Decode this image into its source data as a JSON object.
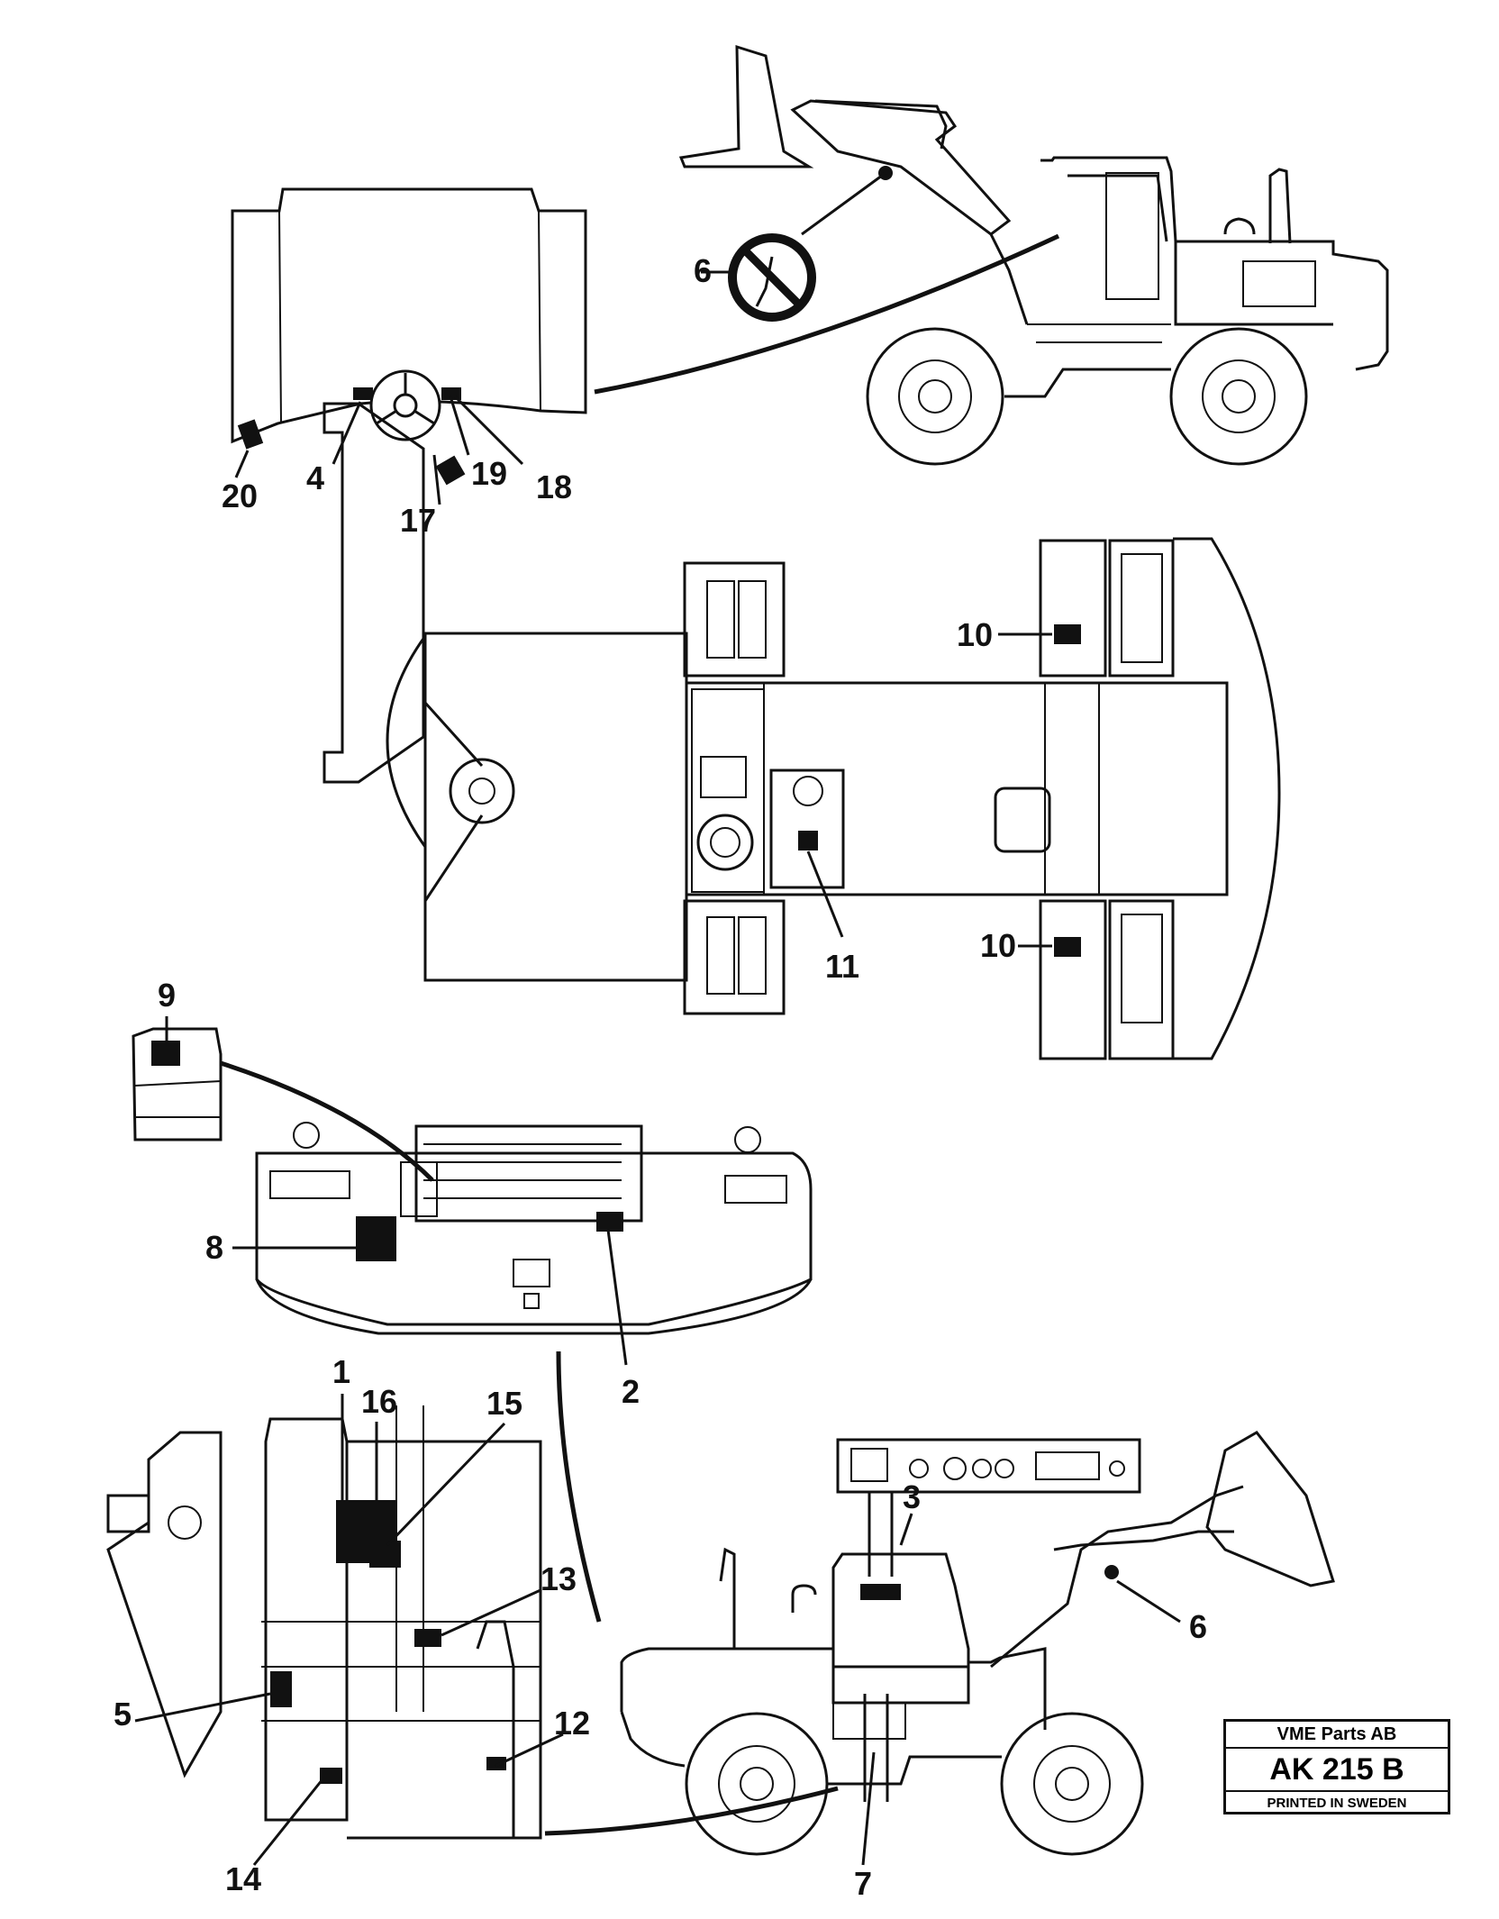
{
  "diagram": {
    "callouts": [
      "1",
      "2",
      "3",
      "4",
      "5",
      "6",
      "6",
      "7",
      "8",
      "9",
      "10",
      "10",
      "11",
      "12",
      "13",
      "14",
      "15",
      "16",
      "17",
      "18",
      "19",
      "20"
    ]
  },
  "title_block": {
    "company": "VME Parts AB",
    "code": "AK 215 B",
    "printed": "PRINTED IN SWEDEN"
  }
}
